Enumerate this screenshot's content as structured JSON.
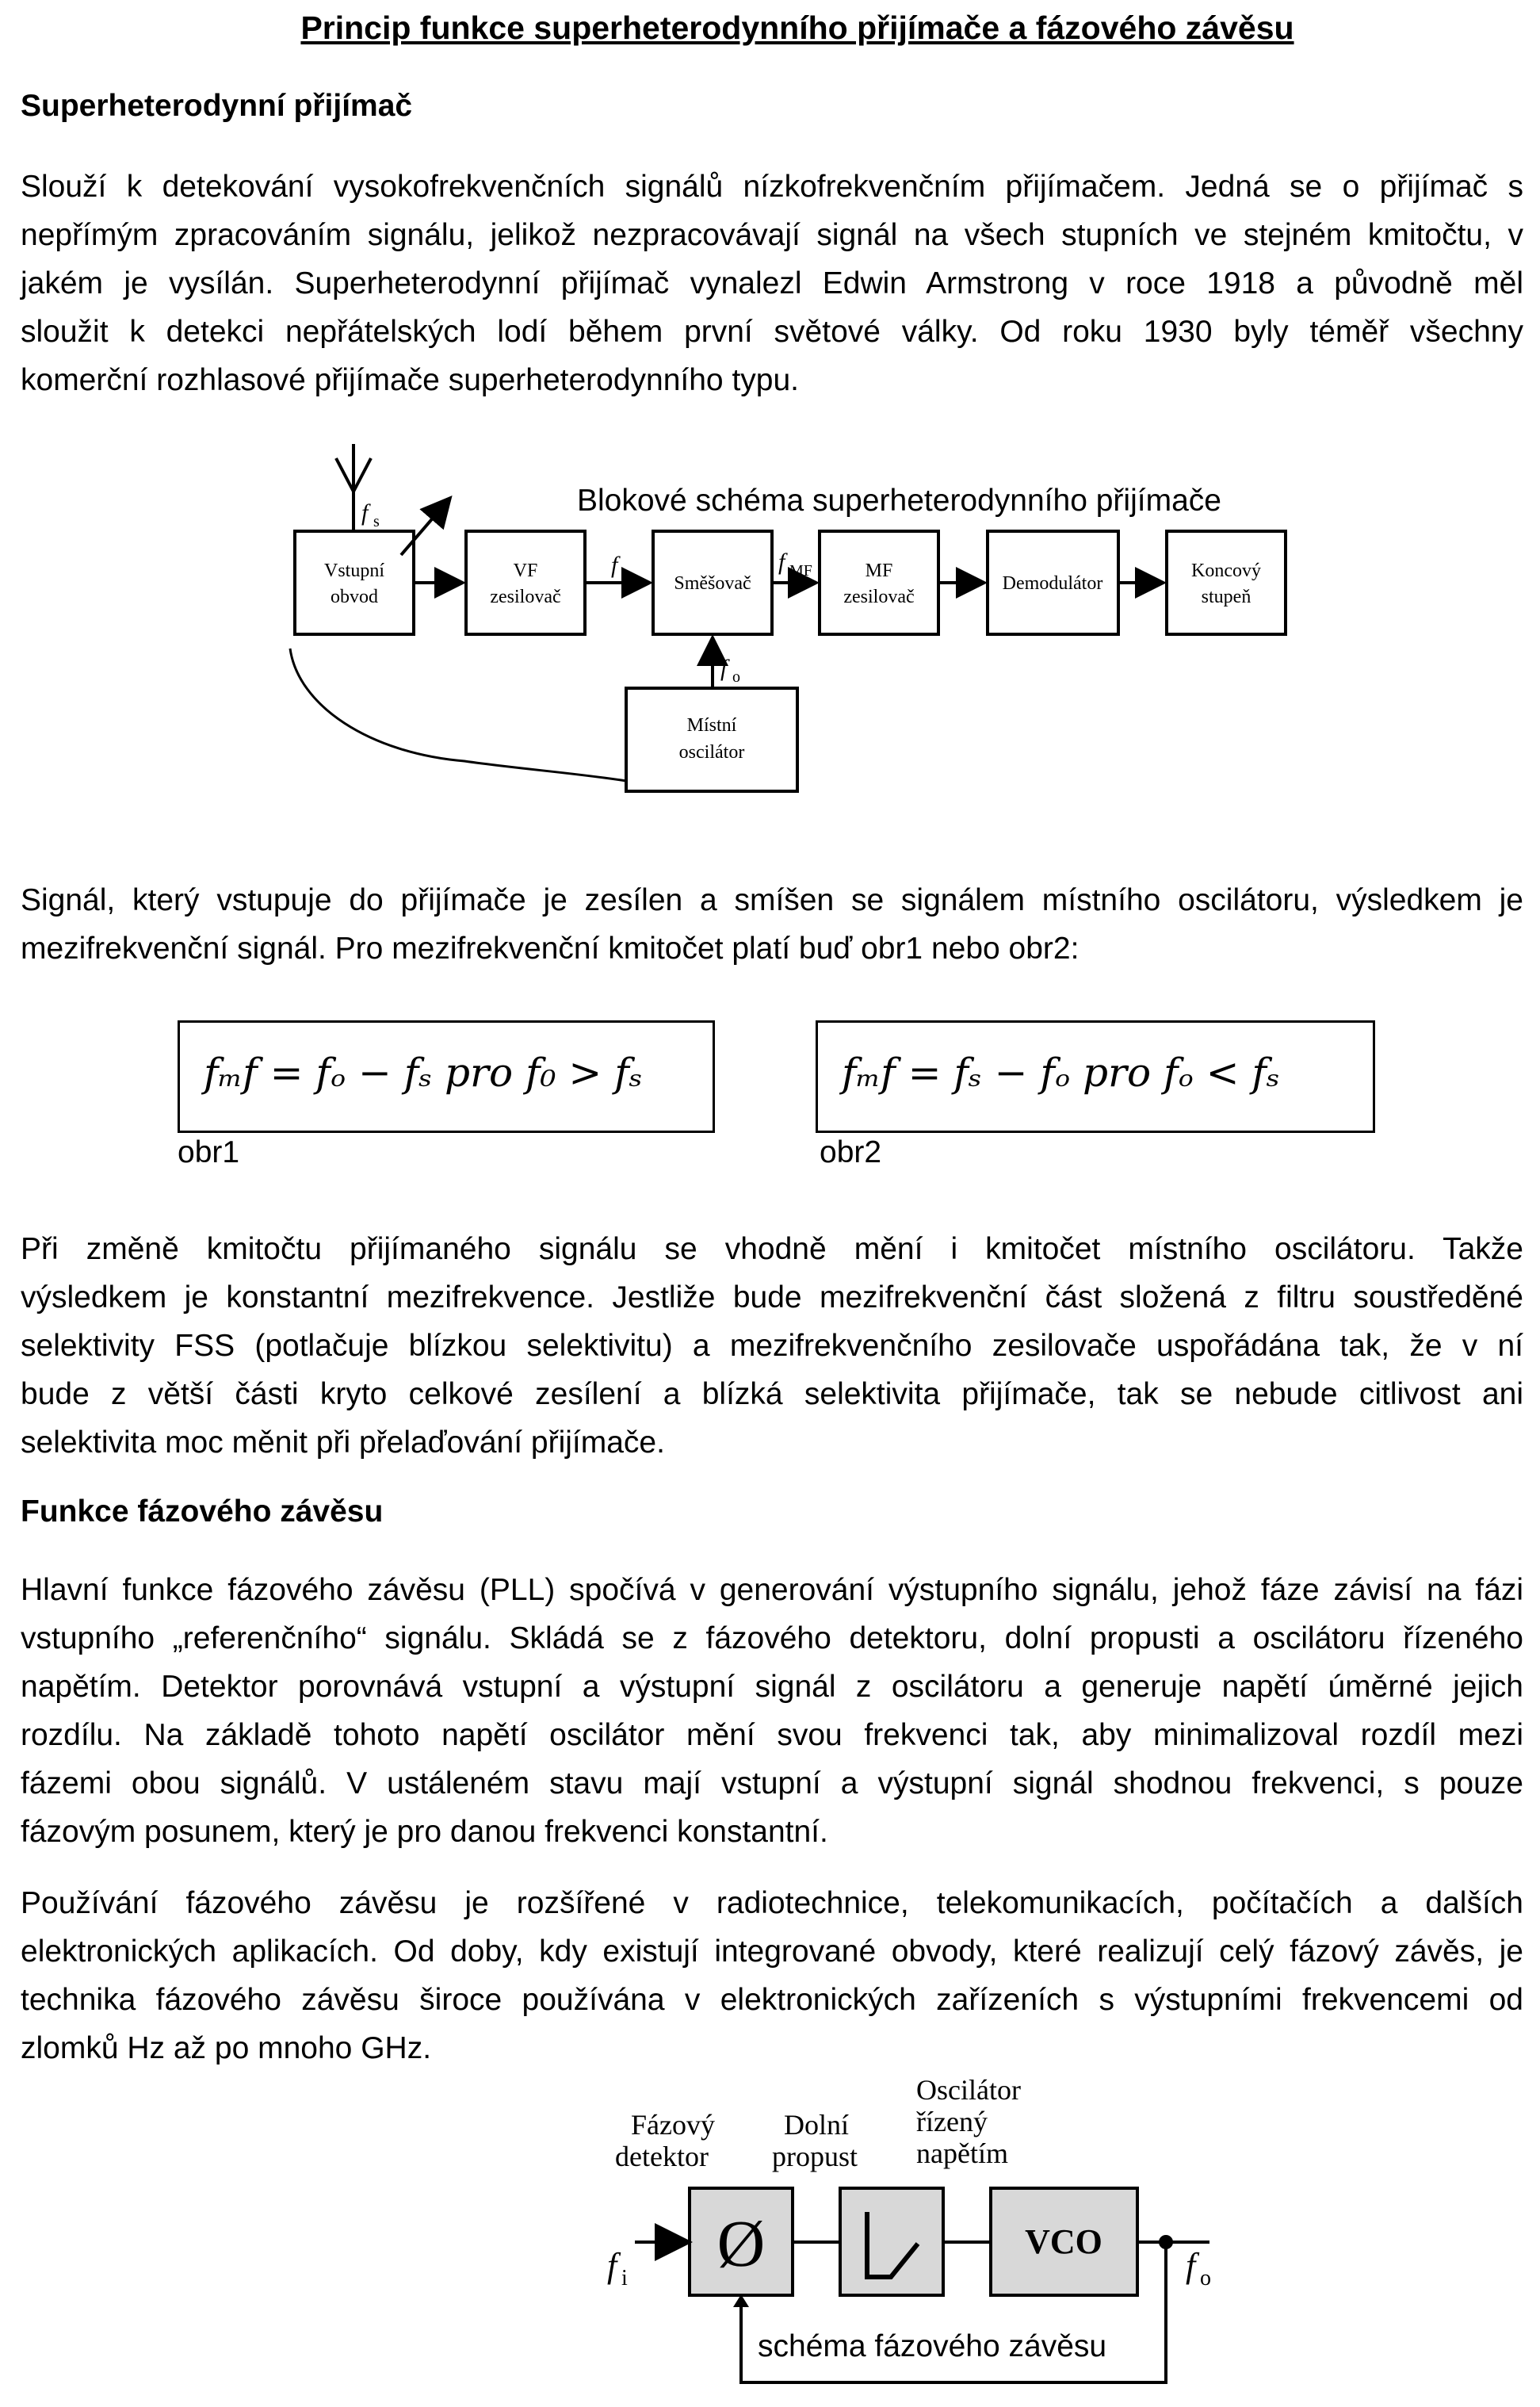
{
  "title": "Princip funkce superheterodynního přijímače a fázového závěsu",
  "section1": {
    "heading": "Superheterodynní přijímač",
    "para1_lines": [
      "Slouží k detekování vysokofrekvenčních signálů nízkofrekvenčním přijímačem. Jedná se o přijímač s",
      "nepřímým zpracováním signálu, jelikož nezpracovávají signál na všech stupních ve stejném kmitočtu, v",
      "jakém je vysílán. Superheterodynní přijímač vynalezl Edwin Armstrong v roce 1918 a původně měl",
      "sloužit k detekci nepřátelských lodí během první světové války. Od roku 1930 byly téměř všechny",
      "komerční rozhlasové přijímače superheterodynního typu."
    ]
  },
  "diagram1": {
    "caption": "Blokové schéma superheterodynního přijímače",
    "blocks": {
      "input": [
        "Vstupní",
        "obvod"
      ],
      "rf_amp": [
        "VF",
        "zesilovač"
      ],
      "mixer": [
        "Směšovač"
      ],
      "if_amp": [
        "MF",
        "zesilovač"
      ],
      "demod": [
        "Demodulátor"
      ],
      "output": [
        "Koncový",
        "stupeň"
      ],
      "local_osc": [
        "Místní",
        "oscilátor"
      ]
    },
    "labels": {
      "fs": "f",
      "fs_sub": "s",
      "fmf": "f",
      "fmf_sub": "MF",
      "fo": "f",
      "fo_sub": "o"
    }
  },
  "para2_lines": [
    "Signál, který vstupuje do přijímače je zesílen a smíšen se signálem místního oscilátoru, výsledkem je",
    "mezifrekvenční signál. Pro mezifrekvenční kmitočet platí buď obr1 nebo obr2:"
  ],
  "formulas": {
    "f1": "fₘf = fₒ − fₛ  pro f₀ > fₛ",
    "f1_caption": "obr1",
    "f2": "fₘf = fₛ − fₒ  pro fₒ < fₛ",
    "f2_caption": "obr2"
  },
  "para3_lines": [
    "Při změně kmitočtu přijímaného signálu se vhodně mění i kmitočet místního oscilátoru. Takže",
    "výsledkem je konstantní mezifrekvence. Jestliže bude mezifrekvenční část složená z filtru soustředěné",
    "selektivity FSS (potlačuje blízkou selektivitu) a mezifrekvenčního zesilovače uspořádána tak, že v ní",
    "bude z větší části kryto celkové zesílení a blízká selektivita přijímače, tak se nebude citlivost ani",
    "selektivita moc měnit při přelaďování přijímače."
  ],
  "section2": {
    "heading": "Funkce fázového závěsu",
    "para1_lines": [
      "Hlavní funkce fázového závěsu (PLL) spočívá v generování výstupního signálu, jehož fáze závisí na fázi",
      "vstupního „referenčního“ signálu. Skládá se z fázového detektoru, dolní propusti a oscilátoru řízeného",
      "napětím. Detektor porovnává vstupní a výstupní signál z oscilátoru a generuje napětí úměrné jejich",
      "rozdílu. Na základě tohoto napětí oscilátor mění svou frekvenci tak, aby minimalizoval rozdíl mezi",
      "fázemi obou signálů. V ustáleném stavu mají vstupní a výstupní signál shodnou frekvenci, s pouze",
      "fázovým posunem, který je pro danou frekvenci konstantní."
    ],
    "para2_lines": [
      "Používání fázového závěsu je rozšířené v radiotechnice, telekomunikacích, počítačích a dalších",
      "elektronických aplikacích. Od doby, kdy existují integrované obvody, které realizují celý fázový závěs, je",
      "technika fázového závěsu široce používána v elektronických zařízeních s výstupními frekvencemi od",
      "zlomků Hz až po mnoho GHz."
    ]
  },
  "diagram2": {
    "caption": "schéma fázového závěsu",
    "labels": {
      "pd": [
        "Fázový",
        "detektor"
      ],
      "lpf": [
        "Dolní",
        "propust"
      ],
      "vco_top": [
        "Oscilátor",
        "řízený",
        "napětím"
      ],
      "vco": "VCO",
      "pd_symbol": "Ø",
      "fi": "f",
      "fi_sub": "i",
      "fo": "f",
      "fo_sub": "o"
    }
  }
}
